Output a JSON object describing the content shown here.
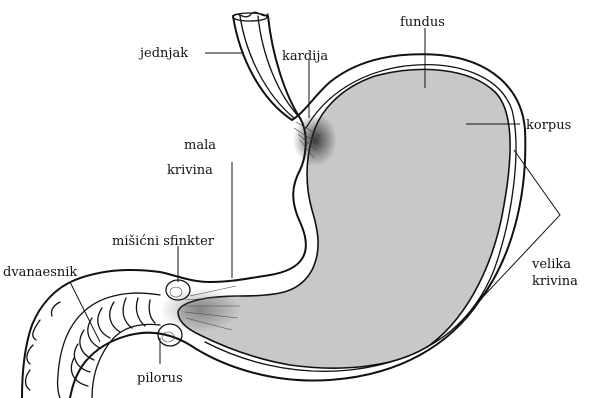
{
  "labels": {
    "esophagus": "jednjak",
    "cardia": "kardija",
    "fundus": "fundus",
    "body": "korpus",
    "lesser_curvature_line1": "mala",
    "lesser_curvature_line2": "krivina",
    "sphincter": "mišićni sfinkter",
    "duodenum": "dvanaesnik",
    "greater_curvature_line1": "velika",
    "greater_curvature_line2": "krivina",
    "pylorus": "pilorus"
  },
  "colors": {
    "lumen_fill": "#c8c8c8",
    "outline": "#111111",
    "background": "#ffffff"
  }
}
